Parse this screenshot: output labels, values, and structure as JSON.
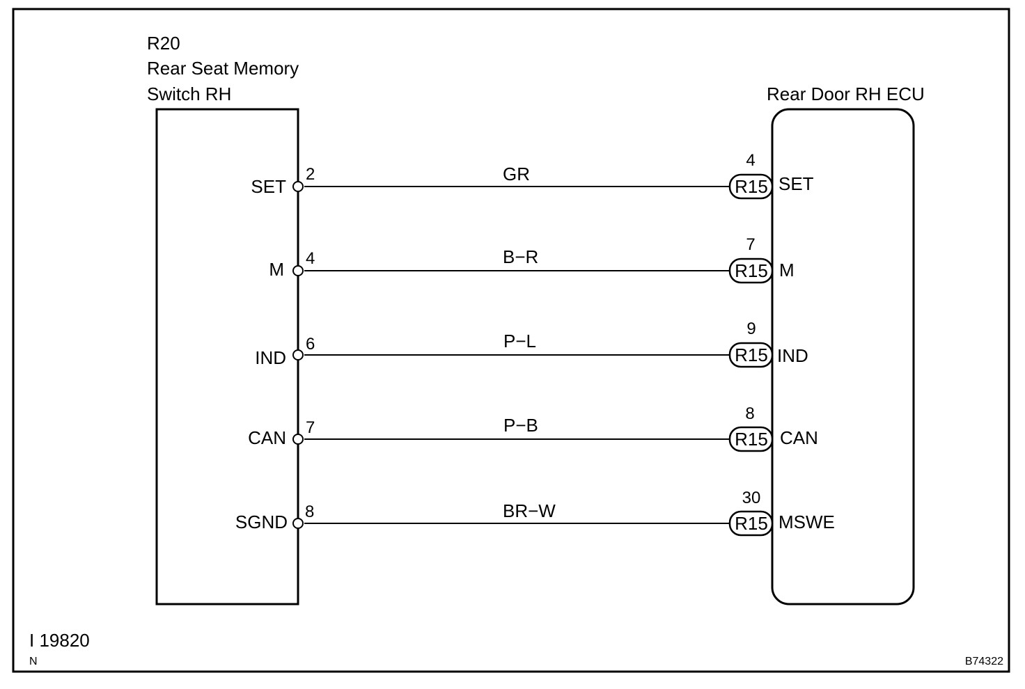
{
  "left_component": {
    "id": "R20",
    "name_line1": "Rear Seat Memory",
    "name_line2": "Switch RH"
  },
  "right_component": {
    "name": "Rear Door RH ECU"
  },
  "connector_label": "R15",
  "circuits": [
    {
      "left_signal": "SET",
      "left_pin": "2",
      "wire_color": "GR",
      "right_pin": "4",
      "right_signal": "SET"
    },
    {
      "left_signal": "M",
      "left_pin": "4",
      "wire_color": "B−R",
      "right_pin": "7",
      "right_signal": "M"
    },
    {
      "left_signal": "IND",
      "left_pin": "6",
      "wire_color": "P−L",
      "right_pin": "9",
      "right_signal": "IND"
    },
    {
      "left_signal": "CAN",
      "left_pin": "7",
      "wire_color": "P−B",
      "right_pin": "8",
      "right_signal": "CAN"
    },
    {
      "left_signal": "SGND",
      "left_pin": "8",
      "wire_color": "BR−W",
      "right_pin": "30",
      "right_signal": "MSWE"
    }
  ],
  "footer": {
    "code": "I 19820",
    "letter": "N",
    "figure_id": "B74322"
  }
}
